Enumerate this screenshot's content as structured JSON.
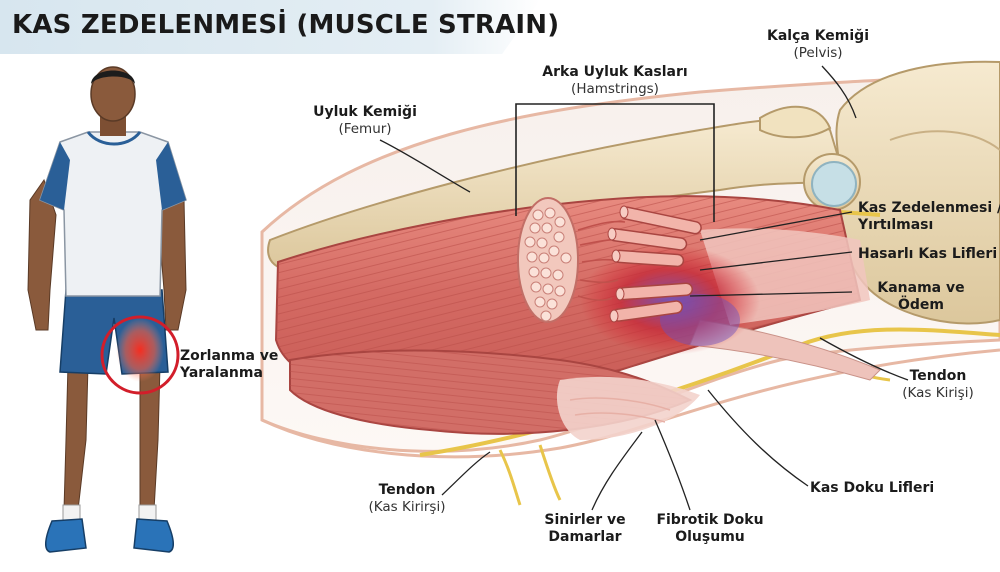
{
  "title": "KAS ZEDELENMESİ (MUSCLE STRAIN)",
  "figure_label": {
    "line1": "Zorlanma ve",
    "line2": "Yaralanma"
  },
  "labels": {
    "pelvis": {
      "main": "Kalça Kemiği",
      "sub": "(Pelvis)"
    },
    "hamstrings": {
      "main": "Arka Uyluk Kasları",
      "sub": "(Hamstrings)"
    },
    "femur": {
      "main": "Uyluk Kemiği",
      "sub": "(Femur)"
    },
    "strain": {
      "line1": "Kas Zedelenmesi /",
      "line2": "Yırtılması"
    },
    "damaged_fibers": {
      "main": "Hasarlı Kas Lifleri"
    },
    "bleeding": {
      "line1": "Kanama ve",
      "line2": "Ödem"
    },
    "tendon_right": {
      "main": "Tendon",
      "sub": "(Kas Kirişi)"
    },
    "muscle_fibers": {
      "main": "Kas Doku Lifleri"
    },
    "fibrotic": {
      "line1": "Fibrotik Doku",
      "line2": "Oluşumu"
    },
    "nerves": {
      "line1": "Sinirler ve",
      "line2": "Damarlar"
    },
    "tendon_left": {
      "main": "Tendon",
      "sub": "(Kas Kirirşi)"
    }
  },
  "colors": {
    "muscle": "#d9706a",
    "muscle_dark": "#b34a46",
    "bone": "#ecdcb8",
    "cartilage": "#c6dfe6",
    "nerve": "#e8c54a",
    "blood": "#d8232a",
    "edema": "#7a5cc2",
    "skin": "#f3c8b4",
    "shirt_accent": "#2a5f97",
    "shorts": "#2a5f97",
    "highlight_ring": "#d21e2a",
    "banner": "#dce9f1"
  }
}
